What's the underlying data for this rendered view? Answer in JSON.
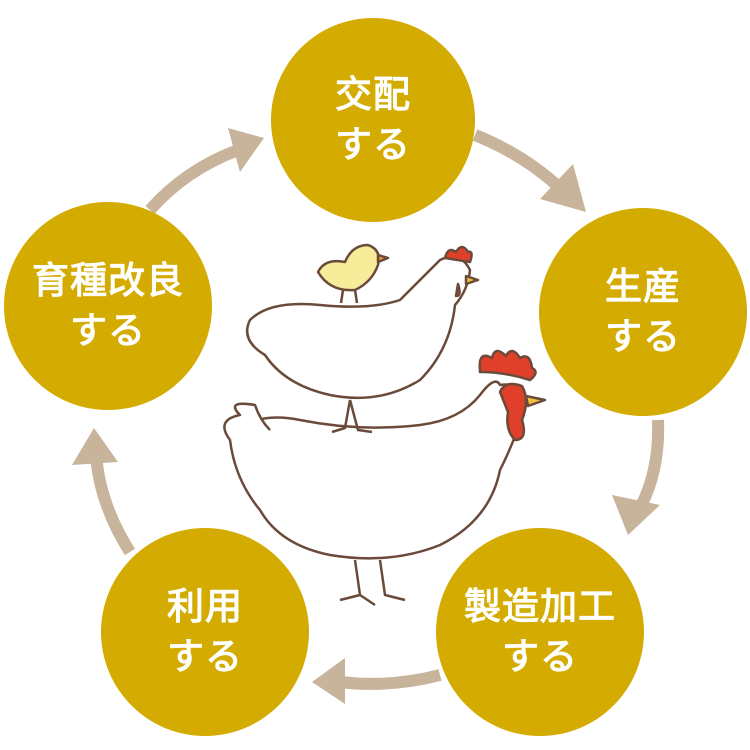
{
  "colors": {
    "node": "#d4ab00",
    "arrow": "#c8b39b",
    "text": "#ffffff"
  },
  "nodes": [
    {
      "line1": "交配",
      "line2": "する"
    },
    {
      "line1": "生産",
      "line2": "する"
    },
    {
      "line1": "製造加工",
      "line2": "する"
    },
    {
      "line1": "利用",
      "line2": "する"
    },
    {
      "line1": "育種改良",
      "line2": "する"
    }
  ]
}
